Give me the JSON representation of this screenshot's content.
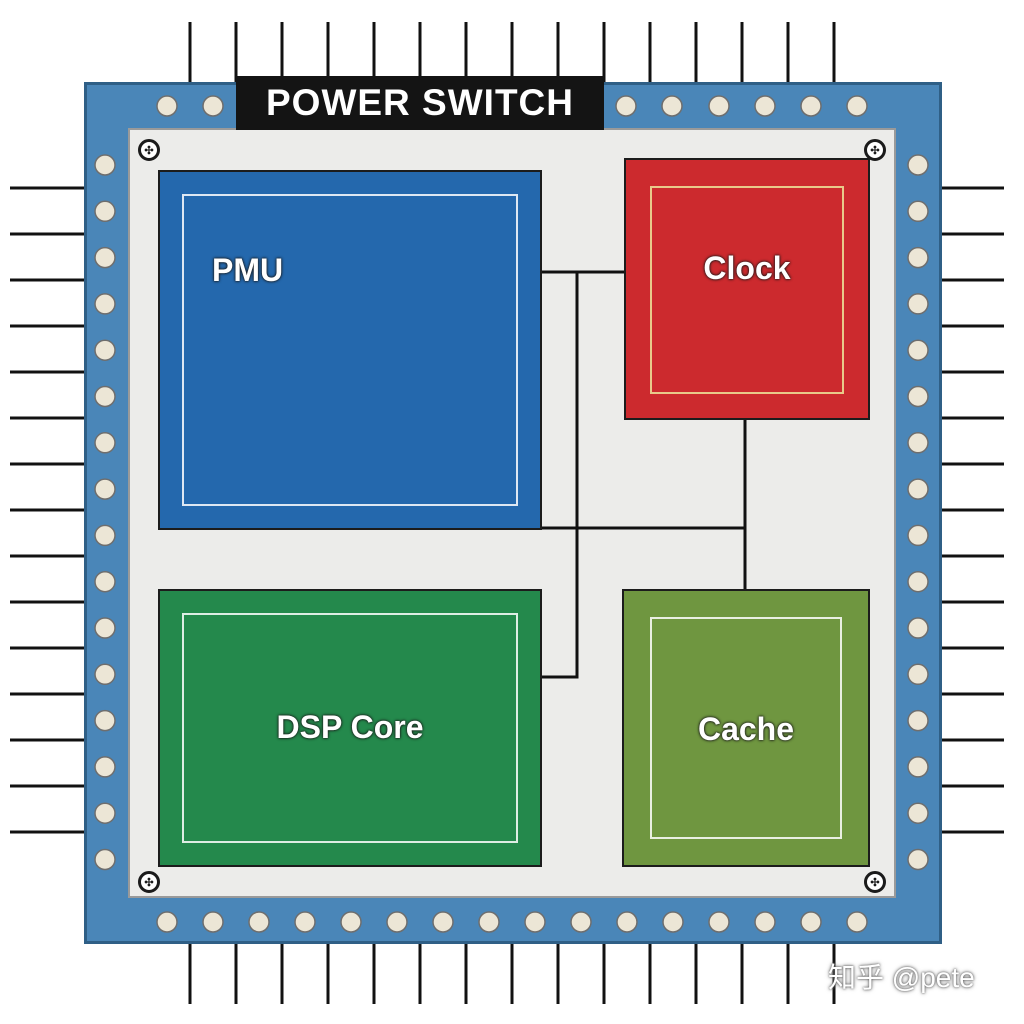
{
  "chip": {
    "title": "POWER SWITCH",
    "blocks": {
      "pmu": "PMU",
      "clock": "Clock",
      "dsp": "DSP Core",
      "cache": "Cache"
    }
  },
  "watermark": "知乎 @pete",
  "colors": {
    "frame": "#4a86b8",
    "die": "#ececea",
    "pmu": "#2468ad",
    "clock": "#cc2a2e",
    "dsp": "#24894c",
    "cache": "#6f9640",
    "title_bar": "#141414",
    "pad": "#ece6d6"
  },
  "icons": {
    "corner_screws": [
      "screw-icon",
      "screw-icon",
      "screw-icon",
      "screw-icon"
    ]
  }
}
